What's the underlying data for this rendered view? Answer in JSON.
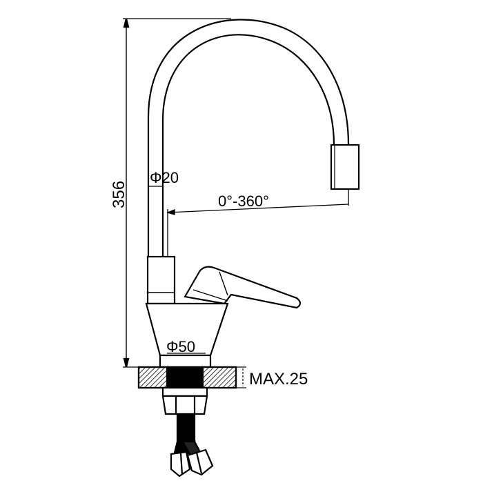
{
  "drawing": {
    "title": "Kitchen faucet dimension drawing",
    "dimensions": {
      "height": "356",
      "spout_diameter": "Φ20",
      "rotation": "0°-360°",
      "base_diameter": "Φ50",
      "max_thickness": "MAX.25"
    },
    "colors": {
      "line": "#000000",
      "background": "#ffffff"
    }
  }
}
